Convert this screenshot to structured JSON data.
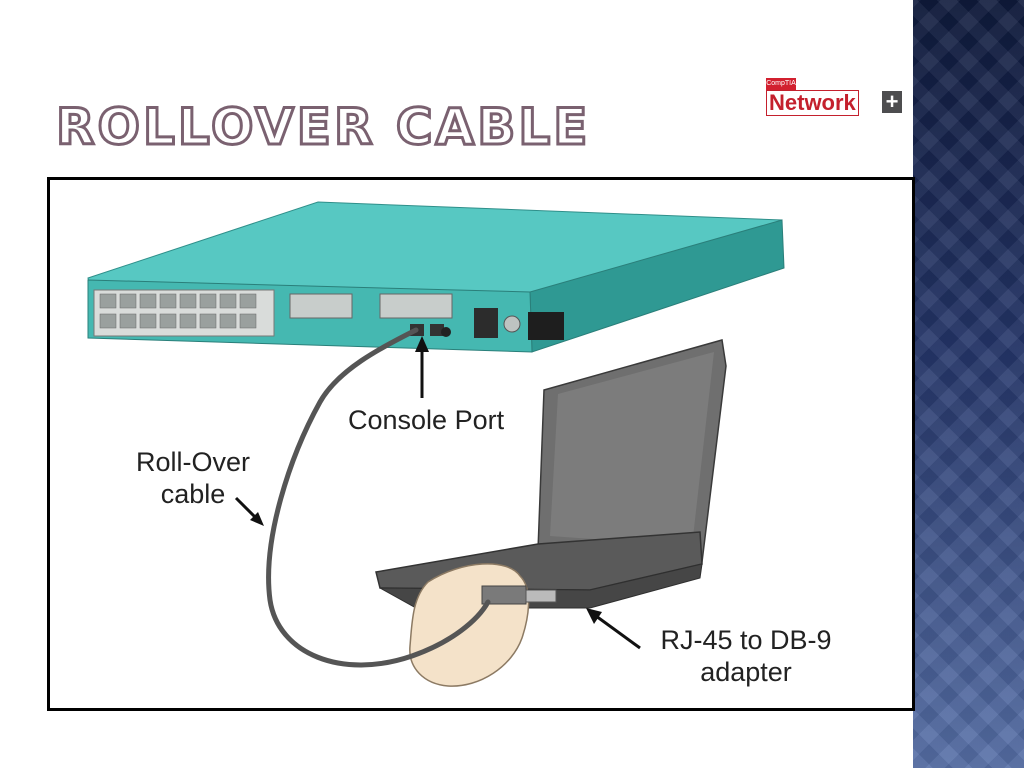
{
  "slide": {
    "title": "Rollover Cable"
  },
  "logo": {
    "brand_top": "CompTIA",
    "word": "Network",
    "plus": "+"
  },
  "figure": {
    "labels": {
      "console_port": "Console Port",
      "rollover_line1": "Roll-Over",
      "rollover_line2": "cable",
      "adapter_line1": "RJ-45 to DB-9",
      "adapter_line2": "adapter"
    }
  },
  "colors": {
    "router_body": "#3fb3ad",
    "router_top": "#57c8c2",
    "laptop": "#6b6b6b",
    "side_strip_top": "#0f1a3c",
    "side_strip_bottom": "#5770a8",
    "title_outline": "#7a6170",
    "logo_red": "#c4202d"
  }
}
